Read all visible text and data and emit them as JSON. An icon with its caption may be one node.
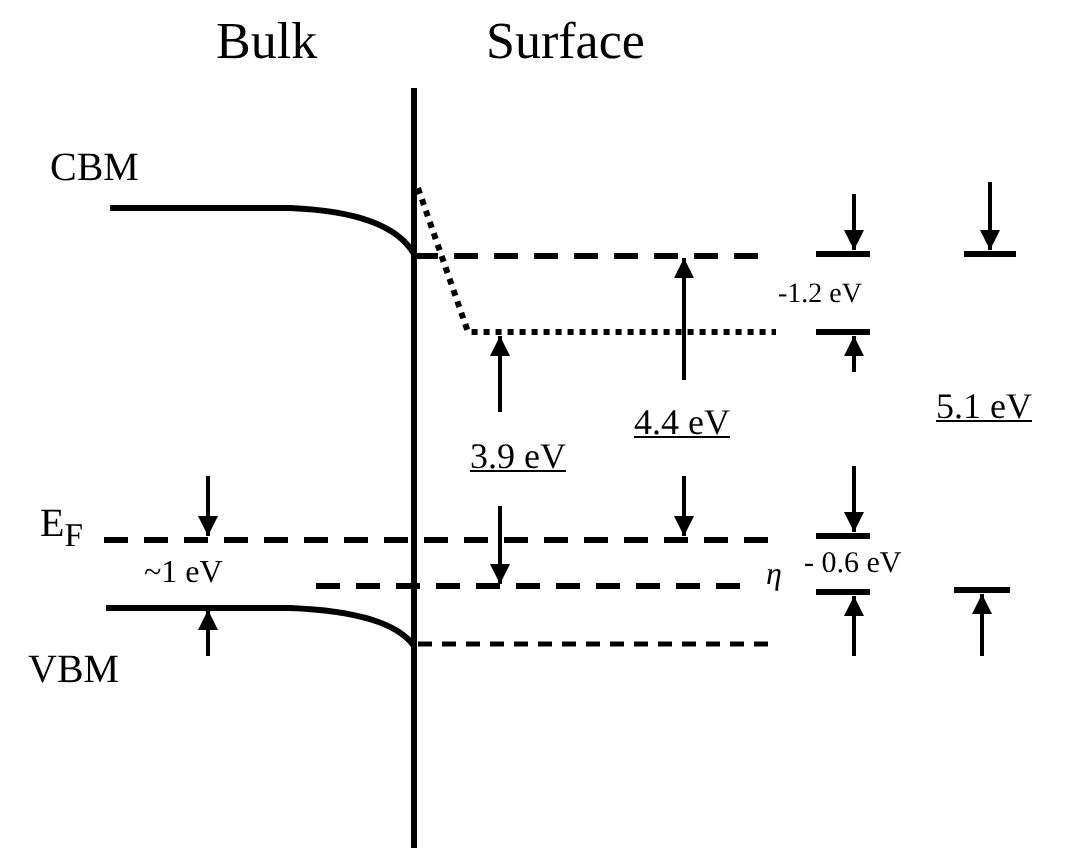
{
  "diagram": {
    "labels": [
      "Bulk",
      "Surface",
      "CBM",
      "-1.2 eV",
      "5.1 eV",
      "3.9 eV",
      "4.4 eV",
      "E$_{F}$",
      "η",
      "- 0.6 eV",
      "~1 eV",
      "VBM"
    ]
  }
}
